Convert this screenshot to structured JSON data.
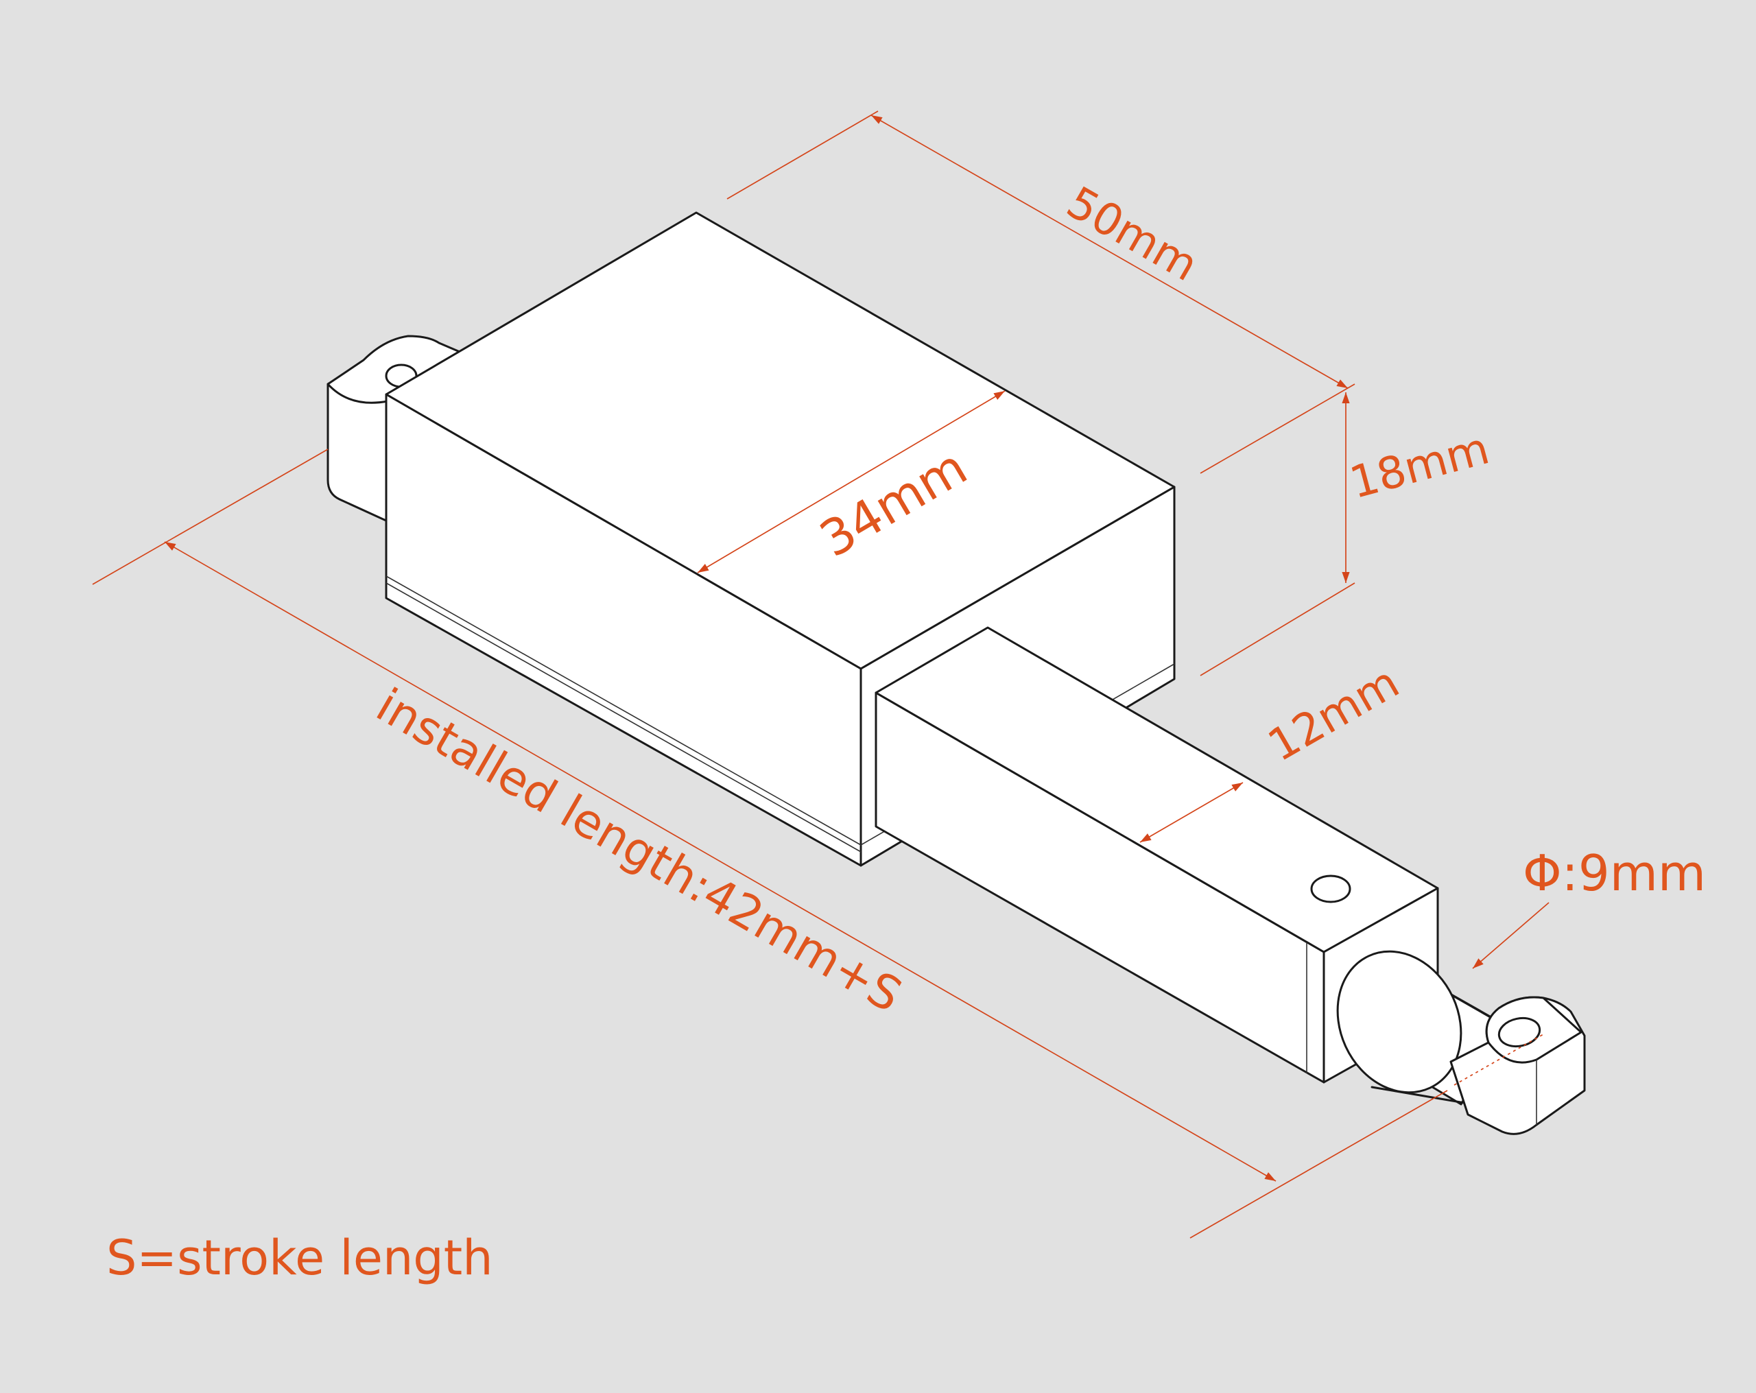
{
  "colors": {
    "background": "#e1e1e1",
    "outline": "#1a1a1a",
    "dimension": "#d4451a",
    "label": "#e0561e"
  },
  "dimensions": {
    "length": "50mm",
    "width": "34mm",
    "height": "18mm",
    "rod_width": "12mm",
    "rod_diameter": "Φ:9mm",
    "installed_length": "installed length:42mm+S"
  },
  "legend": {
    "note": "S=stroke length"
  }
}
